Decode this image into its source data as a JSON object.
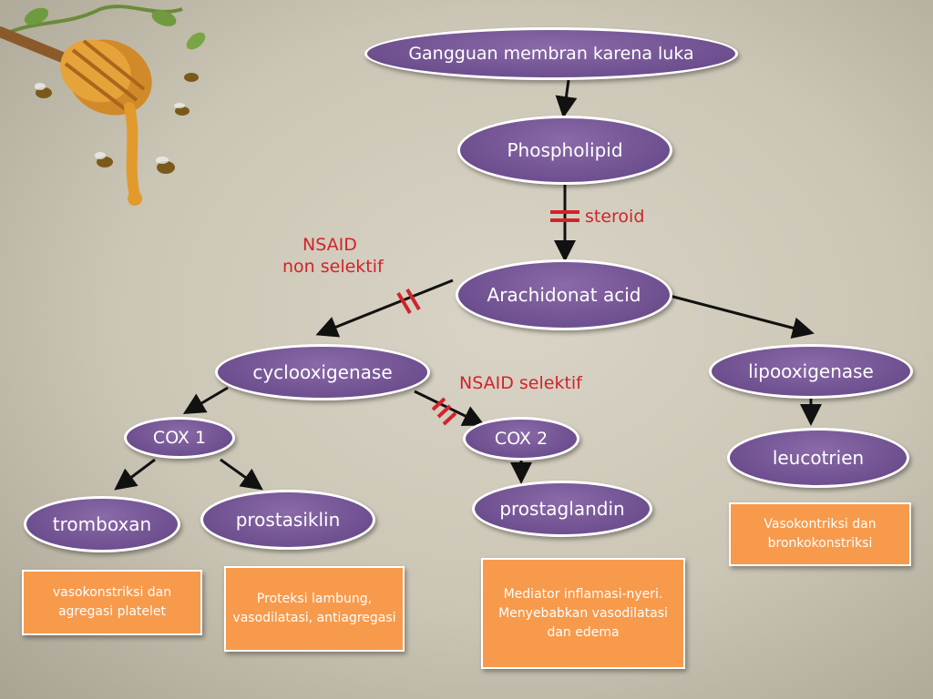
{
  "nodes": {
    "gangguan": "Gangguan membran karena luka",
    "phospholipid": "Phospholipid",
    "arachidonat": "Arachidonat acid",
    "cyclooxigenase": "cyclooxigenase",
    "lipooxigenase": "lipooxigenase",
    "cox1": "COX 1",
    "cox2": "COX 2",
    "leucotrien": "leucotrien",
    "tromboxan": "tromboxan",
    "prostasiklin": "prostasiklin",
    "prostaglandin": "prostaglandin"
  },
  "boxes": {
    "tromboxan_effect": "vasokonstriksi dan agregasi platelet",
    "prostasiklin_effect": "Proteksi lambung, vasodilatasi, antiagregasi",
    "prostaglandin_effect": "Mediator inflamasi-nyeri. Menyebabkan vasodilatasi dan edema",
    "leucotrien_effect": "Vasokontriksi dan bronkokonstriksi"
  },
  "labels": {
    "steroid": "steroid",
    "nsaid_non_line1": "NSAID",
    "nsaid_non_line2": "non selektif",
    "nsaid_selektif": "NSAID selektif"
  },
  "colors": {
    "node_fill": "#6e4f8f",
    "box_fill": "#f79a4c",
    "inhibitor_red": "#d2232a",
    "arrow": "#111111"
  },
  "icons": [
    "honey-dipper-icon",
    "bee-icon"
  ]
}
